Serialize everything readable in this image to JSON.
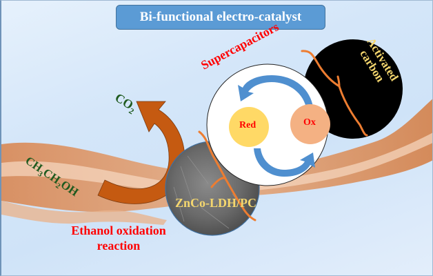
{
  "title": "Bi-functional electro-catalyst",
  "labels": {
    "supercapacitors": "Supercapacitors",
    "activated_carbon_line1": "Activated",
    "activated_carbon_line2": "carbon",
    "red": "Red",
    "ox": "Ox",
    "co2": "CO",
    "co2_sub": "2",
    "ethanol_parts": [
      "CH",
      "3",
      "CH",
      "2",
      "OH"
    ],
    "catalyst": "ZnCo-LDH/PC",
    "eor_line1": "Ethanol oxidation",
    "eor_line2": "reaction"
  },
  "colors": {
    "title_bg": "#5b9bd5",
    "red_text": "#ff0000",
    "green_text": "#1e5a1e",
    "yellow_text": "#f5d76e",
    "arrow_brown": "#c55a11",
    "bracket_orange": "#ed7d31",
    "red_circle": "#ffd966",
    "ox_circle": "#f4b183",
    "cycle_arrow": "#4f8fcf"
  }
}
